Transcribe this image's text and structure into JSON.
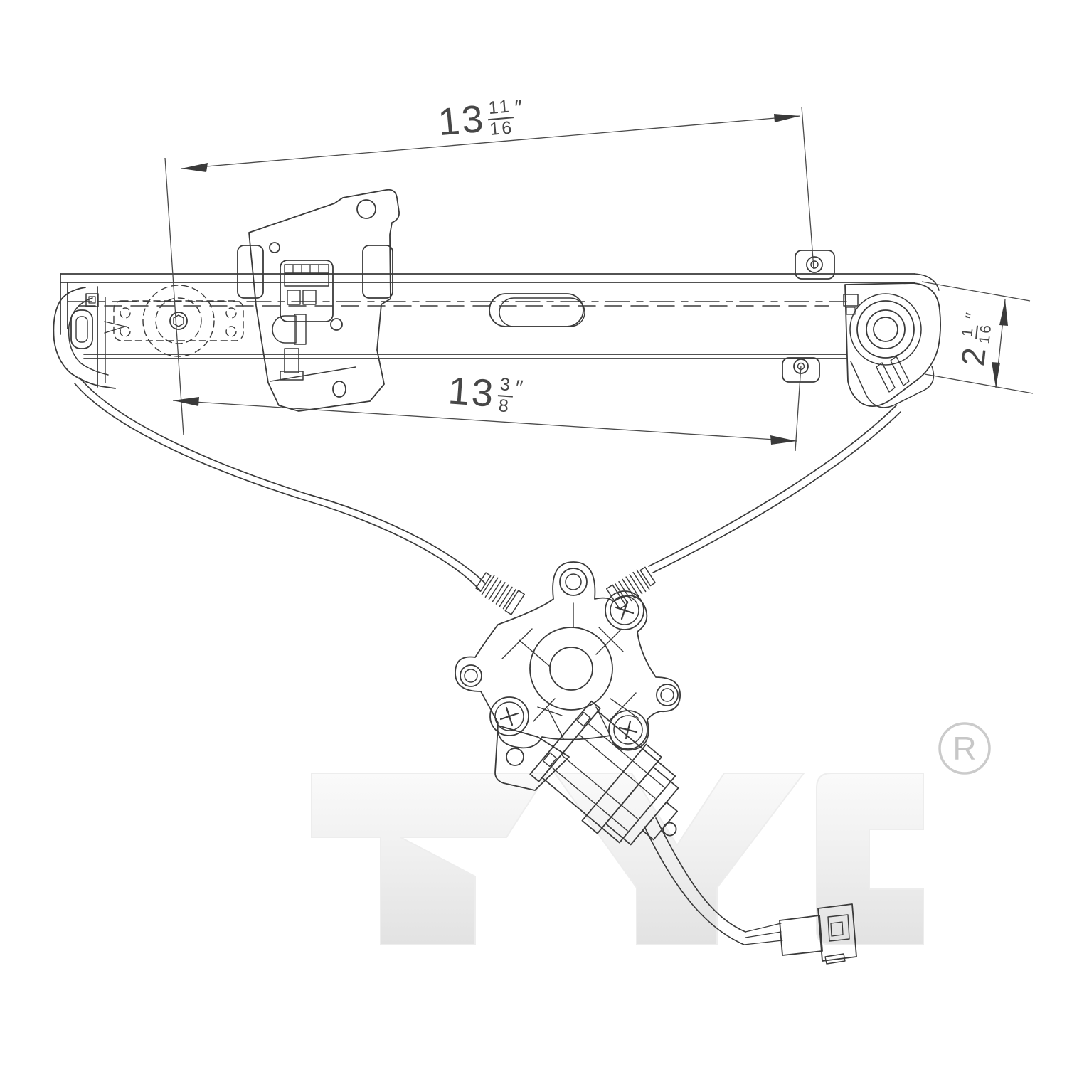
{
  "drawing": {
    "kind": "technical line drawing of a power window regulator with motor",
    "dimensions": {
      "top": {
        "whole": "13",
        "numerator": "11",
        "denominator": "16",
        "unit": "″"
      },
      "middle": {
        "whole": "13",
        "numerator": "3",
        "denominator": "8",
        "unit": "″"
      },
      "right": {
        "whole": "2",
        "numerator": "1",
        "denominator": "16",
        "unit": "″"
      }
    },
    "watermark": {
      "brand": "TYC",
      "registered_symbol": "R"
    },
    "colors": {
      "background": "#ffffff",
      "line": "#3a3a3a",
      "dimension_text": "#474747",
      "watermark_fill_top": "#f9f9f9",
      "watermark_fill_bottom": "#e3e3e3",
      "watermark_stroke": "#ededed",
      "registered_mark": "#c7c7c7"
    }
  }
}
